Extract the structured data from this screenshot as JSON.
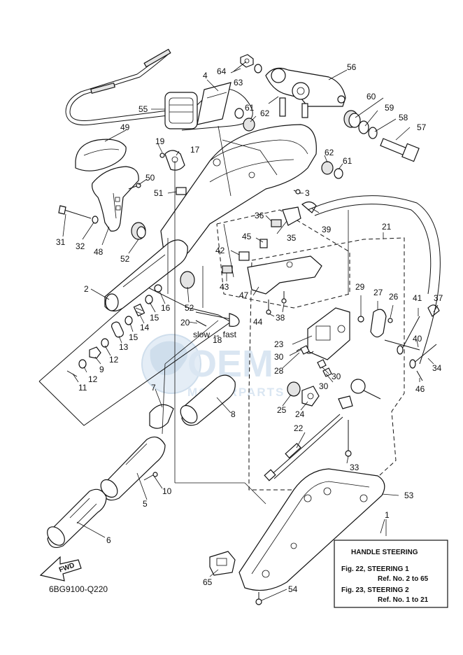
{
  "diagram_id": "6BG9100-Q220",
  "direction_marker": "FWD",
  "info_box": {
    "title": "HANDLE STEERING",
    "line1": "Fig. 22, STEERING 1",
    "line2": "Ref. No. 2 to 65",
    "line3": "Fig. 23, STEERING 2",
    "line4": "Ref. No. 1 to 21"
  },
  "watermark": {
    "big": "OEM",
    "small": "MOTORPARTS"
  },
  "callouts": [
    "1",
    "2",
    "3",
    "4",
    "5",
    "6",
    "7",
    "8",
    "9",
    "10",
    "11",
    "12",
    "12",
    "13",
    "14",
    "15",
    "15",
    "16",
    "17",
    "18",
    "19",
    "20",
    "21",
    "22",
    "23",
    "24",
    "25",
    "26",
    "27",
    "28",
    "29",
    "30",
    "30",
    "30",
    "31",
    "32",
    "33",
    "34",
    "35",
    "36",
    "37",
    "38",
    "39",
    "40",
    "41",
    "42",
    "43",
    "44",
    "45",
    "46",
    "47",
    "48",
    "49",
    "50",
    "51",
    "52",
    "52",
    "53",
    "54",
    "55",
    "56",
    "57",
    "58",
    "59",
    "60",
    "61",
    "61",
    "62",
    "62",
    "63",
    "64",
    "65"
  ]
}
